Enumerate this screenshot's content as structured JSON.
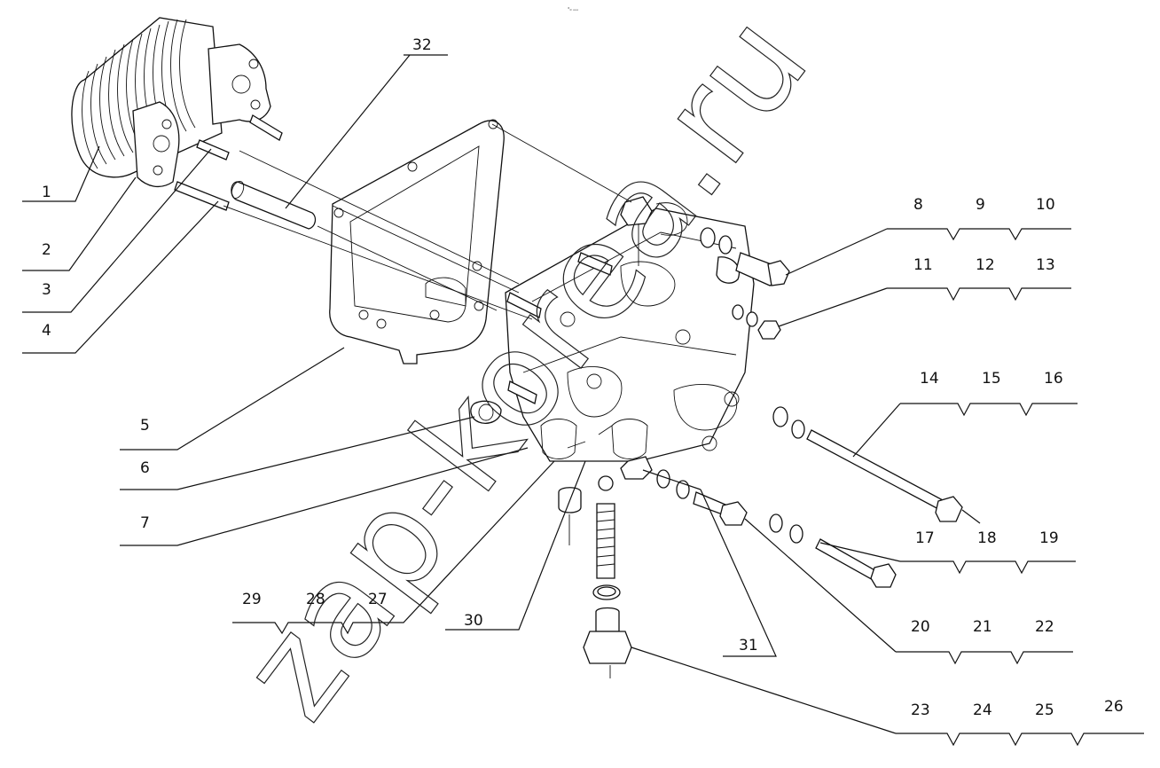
{
  "header_mark": "°₀ ₒₒₒ",
  "watermark": "zap-korea.ru",
  "callouts": [
    {
      "id": "1",
      "text": "1"
    },
    {
      "id": "2",
      "text": "2"
    },
    {
      "id": "3",
      "text": "3"
    },
    {
      "id": "4",
      "text": "4"
    },
    {
      "id": "5",
      "text": "5"
    },
    {
      "id": "6",
      "text": "6"
    },
    {
      "id": "7",
      "text": "7"
    },
    {
      "id": "8",
      "text": "8"
    },
    {
      "id": "9",
      "text": "9"
    },
    {
      "id": "10",
      "text": "10"
    },
    {
      "id": "11",
      "text": "11"
    },
    {
      "id": "12",
      "text": "12"
    },
    {
      "id": "13",
      "text": "13"
    },
    {
      "id": "14",
      "text": "14"
    },
    {
      "id": "15",
      "text": "15"
    },
    {
      "id": "16",
      "text": "16"
    },
    {
      "id": "17",
      "text": "17"
    },
    {
      "id": "18",
      "text": "18"
    },
    {
      "id": "19",
      "text": "19"
    },
    {
      "id": "20",
      "text": "20"
    },
    {
      "id": "21",
      "text": "21"
    },
    {
      "id": "22",
      "text": "22"
    },
    {
      "id": "23",
      "text": "23"
    },
    {
      "id": "24",
      "text": "24"
    },
    {
      "id": "25",
      "text": "25"
    },
    {
      "id": "26",
      "text": "26"
    },
    {
      "id": "27",
      "text": "27"
    },
    {
      "id": "28",
      "text": "28"
    },
    {
      "id": "29",
      "text": "29"
    },
    {
      "id": "30",
      "text": "30"
    },
    {
      "id": "31",
      "text": "31"
    },
    {
      "id": "32",
      "text": "32"
    }
  ]
}
